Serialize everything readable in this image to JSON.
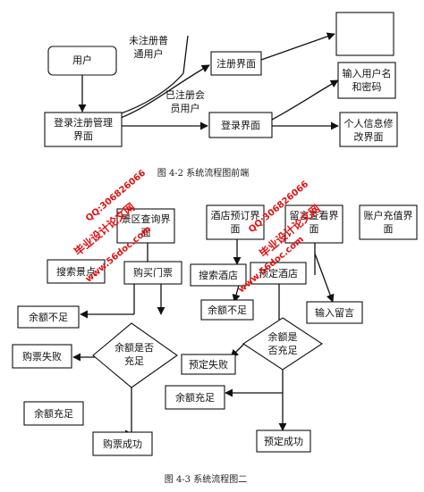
{
  "figure1": {
    "caption": "图 4-2 系统流程图前端",
    "nodes": {
      "user": [
        "用户"
      ],
      "login_mgmt": [
        "登录注册管理",
        "界面"
      ],
      "register": [
        "注册界面"
      ],
      "login": [
        "登录界面"
      ],
      "empty_box": [],
      "input_user": [
        "输入用户名",
        "和密码"
      ],
      "modify_info": [
        "个人信息修",
        "改界面"
      ]
    },
    "notes": {
      "unregistered": [
        "未注册普",
        "通用户"
      ],
      "registered": [
        "已注册会",
        "员用户"
      ]
    }
  },
  "figure2": {
    "caption": "图 4-3 系统流程图二",
    "nodes": {
      "attraction_query": [
        "景区查询界",
        "面"
      ],
      "hotel_booking": [
        "酒店预订界",
        "面"
      ],
      "message_view": [
        "留言查看界",
        "面"
      ],
      "recharge": [
        "账户充值界",
        "面"
      ],
      "search_attraction": [
        "搜索景点"
      ],
      "buy_ticket": [
        "购买门票"
      ],
      "insufficient_1": [
        "余额不足"
      ],
      "purchase_fail": [
        "购票失败"
      ],
      "balance_check_1": [
        "余额是否",
        "充足"
      ],
      "sufficient_1": [
        "余额充足"
      ],
      "purchase_success": [
        "购票成功"
      ],
      "search_hotel": [
        "搜索酒店"
      ],
      "book_hotel": [
        "预定酒店"
      ],
      "insufficient_2": [
        "余额不足"
      ],
      "balance_check_2": [
        "余额是",
        "否充足"
      ],
      "booking_fail": [
        "预定失败"
      ],
      "sufficient_2": [
        "余额充足"
      ],
      "booking_success": [
        "预定成功"
      ],
      "input_message": [
        "输入留言"
      ]
    }
  },
  "watermark": {
    "site": "www.56doc.com",
    "qq": "QQ:306826066",
    "brand": "毕业设计论文网"
  }
}
